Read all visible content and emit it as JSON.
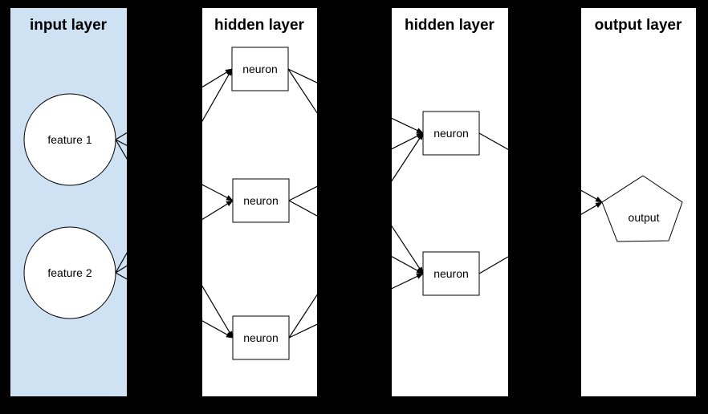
{
  "canvas": {
    "background": "#000000"
  },
  "diagram": {
    "type": "neural-network",
    "panels": [
      {
        "id": "input",
        "title": "input layer",
        "fill": "#cfe2f3"
      },
      {
        "id": "hidden1",
        "title": "hidden layer",
        "fill": "#ffffff"
      },
      {
        "id": "hidden2",
        "title": "hidden layer",
        "fill": "#ffffff"
      },
      {
        "id": "output",
        "title": "output layer",
        "fill": "#ffffff"
      }
    ],
    "nodes": [
      {
        "id": "feature1",
        "label": "feature 1",
        "shape": "circle",
        "panel": "input"
      },
      {
        "id": "feature2",
        "label": "feature 2",
        "shape": "circle",
        "panel": "input"
      },
      {
        "id": "h1n1",
        "label": "neuron",
        "shape": "rect",
        "panel": "hidden1"
      },
      {
        "id": "h1n2",
        "label": "neuron",
        "shape": "rect",
        "panel": "hidden1"
      },
      {
        "id": "h1n3",
        "label": "neuron",
        "shape": "rect",
        "panel": "hidden1"
      },
      {
        "id": "h2n1",
        "label": "neuron",
        "shape": "rect",
        "panel": "hidden2"
      },
      {
        "id": "h2n2",
        "label": "neuron",
        "shape": "rect",
        "panel": "hidden2"
      },
      {
        "id": "out",
        "label": "output",
        "shape": "pentagon",
        "panel": "output"
      }
    ],
    "edges": [
      [
        "feature1",
        "h1n1"
      ],
      [
        "feature1",
        "h1n2"
      ],
      [
        "feature1",
        "h1n3"
      ],
      [
        "feature2",
        "h1n1"
      ],
      [
        "feature2",
        "h1n2"
      ],
      [
        "feature2",
        "h1n3"
      ],
      [
        "h1n1",
        "h2n1"
      ],
      [
        "h1n1",
        "h2n2"
      ],
      [
        "h1n2",
        "h2n1"
      ],
      [
        "h1n2",
        "h2n2"
      ],
      [
        "h1n3",
        "h2n1"
      ],
      [
        "h1n3",
        "h2n2"
      ],
      [
        "h2n1",
        "out"
      ],
      [
        "h2n2",
        "out"
      ]
    ],
    "edge_style": {
      "color": "#000000",
      "arrowhead": "filled-triangle"
    }
  }
}
